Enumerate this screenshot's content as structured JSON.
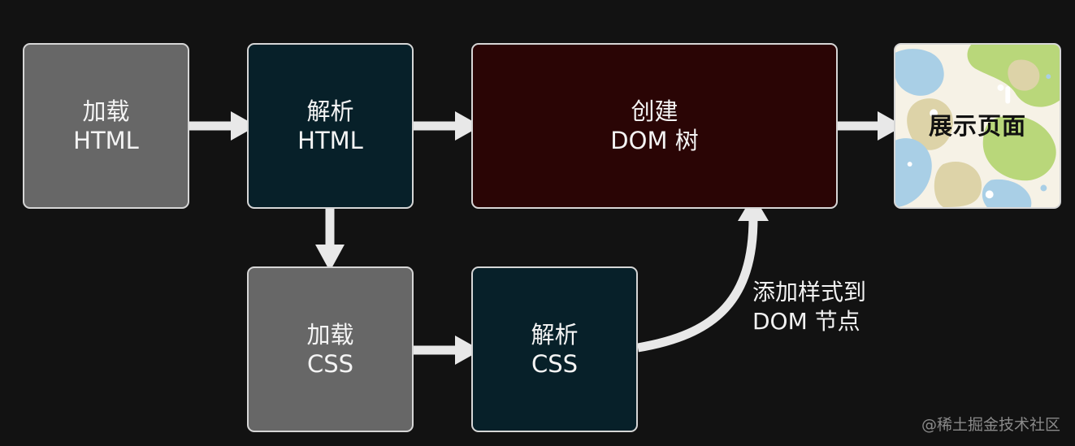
{
  "nodes": {
    "load_html": {
      "line1": "加载",
      "line2": "HTML"
    },
    "parse_html": {
      "line1": "解析",
      "line2": "HTML"
    },
    "create_dom": {
      "line1": "创建",
      "line2": "DOM 树"
    },
    "show_page": {
      "label": "展示页面"
    },
    "load_css": {
      "line1": "加载",
      "line2": "CSS"
    },
    "parse_css": {
      "line1": "解析",
      "line2": "CSS"
    }
  },
  "annotation": {
    "line1": "添加样式到",
    "line2": "DOM 节点"
  },
  "watermark": "@稀土掘金技术社区",
  "colors": {
    "background": "#121212",
    "grey_box": "#676767",
    "teal_box": "#072029",
    "maroon_box": "#2a0505",
    "arrow": "#e8e8e8",
    "border": "#d6d6d6"
  }
}
